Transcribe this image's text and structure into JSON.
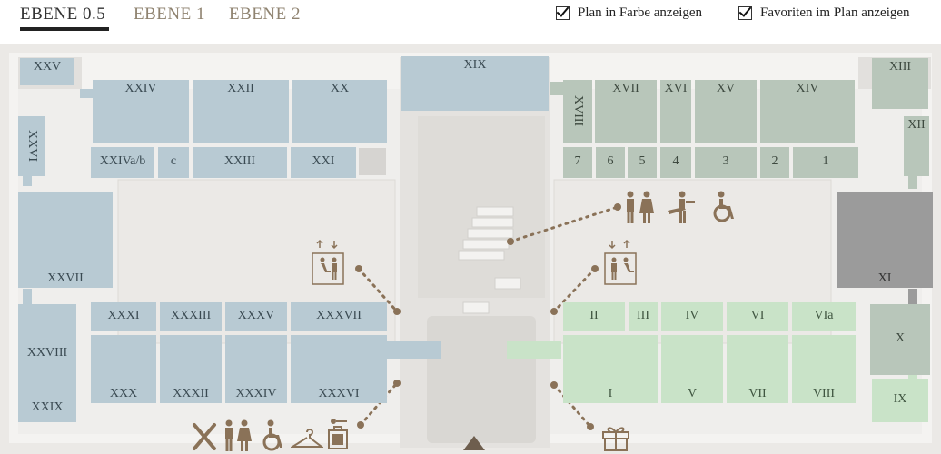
{
  "tabs": [
    {
      "label": "EBENE 0.5",
      "active": true
    },
    {
      "label": "EBENE 1",
      "active": false
    },
    {
      "label": "EBENE 2",
      "active": false
    }
  ],
  "options": {
    "color_plan": {
      "label": "Plan in Farbe anzeigen",
      "checked": true
    },
    "favorites_plan": {
      "label": "Favoriten im Plan anzeigen",
      "checked": true
    }
  },
  "rooms": {
    "XXV": "XXV",
    "XXVI": "XXVI",
    "XXIV": "XXIV",
    "XXII": "XXII",
    "XX": "XX",
    "XIX": "XIX",
    "XXIVab": "XXIVa/b",
    "c": "c",
    "XXIII": "XXIII",
    "XXI": "XXI",
    "XVIII": "XVIII",
    "XVII": "XVII",
    "XVI": "XVI",
    "XV": "XV",
    "XIV": "XIV",
    "XIII": "XIII",
    "XII": "XII",
    "r7": "7",
    "r6": "6",
    "r5": "5",
    "r4": "4",
    "r3": "3",
    "r2": "2",
    "r1": "1",
    "XXVII": "XXVII",
    "XI": "XI",
    "XXXI": "XXXI",
    "XXXIII": "XXXIII",
    "XXXV": "XXXV",
    "XXXVII": "XXXVII",
    "XXVIII": "XXVIII",
    "XXX": "XXX",
    "XXXII": "XXXII",
    "XXXIV": "XXXIV",
    "XXXVI": "XXXVI",
    "XXIX": "XXIX",
    "II": "II",
    "III": "III",
    "IV": "IV",
    "VI": "VI",
    "VIa": "VIa",
    "I": "I",
    "V": "V",
    "VII": "VII",
    "VIII": "VIII",
    "X": "X",
    "IX": "IX"
  },
  "colors": {
    "blue": "#b8cad3",
    "sage": "#b8c6ba",
    "green": "#c9e3c8",
    "dark_grey": "#9b9b9b",
    "icon_brown": "#8a7258",
    "floor": "#ebe9e6"
  },
  "icons": [
    "restroom-icon",
    "baby-changing-icon",
    "wheelchair-icon",
    "elevator-icon",
    "tools-icon",
    "cloakroom-icon",
    "locker-icon",
    "gift-icon",
    "entrance-arrow-icon"
  ]
}
